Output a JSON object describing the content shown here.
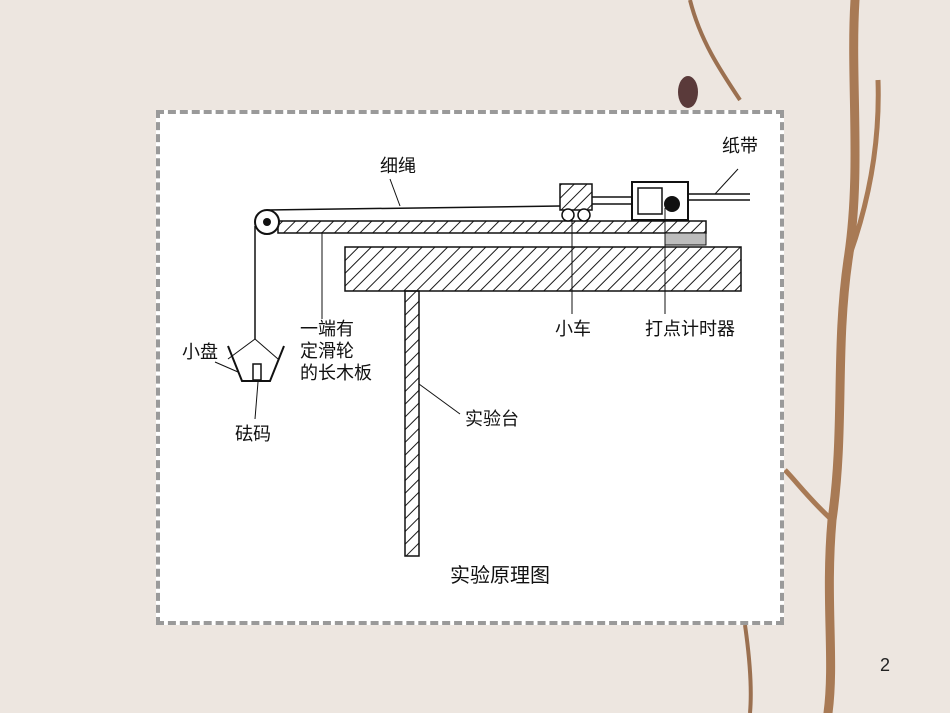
{
  "slide": {
    "page_number": "2"
  },
  "diagram": {
    "title": "实验原理图",
    "labels": {
      "string": "细绳",
      "tape": "纸带",
      "pan": "小盘",
      "board_lines": [
        "一端有",
        "定滑轮",
        "的长木板"
      ],
      "weights": "砝码",
      "cart": "小车",
      "timer": "打点计时器",
      "table": "实验台"
    }
  }
}
